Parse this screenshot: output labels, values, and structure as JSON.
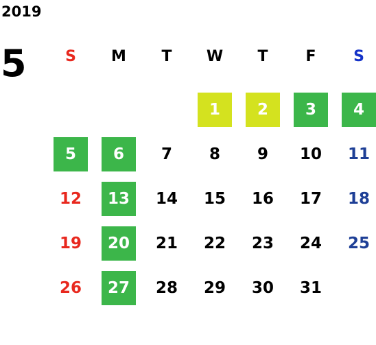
{
  "year": "2019",
  "month": "5",
  "colors": {
    "sunday": "#e8281e",
    "saturday": "#1432c8",
    "holiday_green": "#3cb64a",
    "holiday_lime": "#d4e21f"
  },
  "weekdays": [
    "S",
    "M",
    "T",
    "W",
    "T",
    "F",
    "S"
  ],
  "first_weekday_index": 3,
  "days": [
    {
      "d": "1",
      "hl": "lime"
    },
    {
      "d": "2",
      "hl": "lime"
    },
    {
      "d": "3",
      "hl": "green"
    },
    {
      "d": "4",
      "hl": "green"
    },
    {
      "d": "5",
      "hl": "green"
    },
    {
      "d": "6",
      "hl": "green"
    },
    {
      "d": "7",
      "hl": ""
    },
    {
      "d": "8",
      "hl": ""
    },
    {
      "d": "9",
      "hl": ""
    },
    {
      "d": "10",
      "hl": ""
    },
    {
      "d": "11",
      "hl": ""
    },
    {
      "d": "12",
      "hl": ""
    },
    {
      "d": "13",
      "hl": "green"
    },
    {
      "d": "14",
      "hl": ""
    },
    {
      "d": "15",
      "hl": ""
    },
    {
      "d": "16",
      "hl": ""
    },
    {
      "d": "17",
      "hl": ""
    },
    {
      "d": "18",
      "hl": ""
    },
    {
      "d": "19",
      "hl": ""
    },
    {
      "d": "20",
      "hl": "green"
    },
    {
      "d": "21",
      "hl": ""
    },
    {
      "d": "22",
      "hl": ""
    },
    {
      "d": "23",
      "hl": ""
    },
    {
      "d": "24",
      "hl": ""
    },
    {
      "d": "25",
      "hl": ""
    },
    {
      "d": "26",
      "hl": ""
    },
    {
      "d": "27",
      "hl": "green"
    },
    {
      "d": "28",
      "hl": ""
    },
    {
      "d": "29",
      "hl": ""
    },
    {
      "d": "30",
      "hl": ""
    },
    {
      "d": "31",
      "hl": ""
    }
  ]
}
